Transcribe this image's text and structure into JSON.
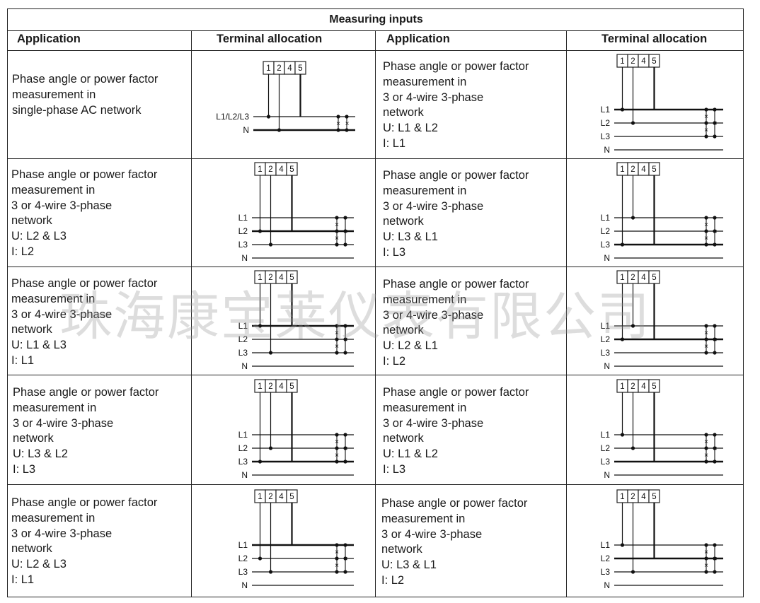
{
  "header": {
    "title": "Measuring inputs",
    "col_application": "Application",
    "col_terminal": "Terminal allocation"
  },
  "terminals": [
    "1",
    "2",
    "4",
    "5"
  ],
  "watermark": "珠海康宝莱仪表有限公司",
  "rows": [
    {
      "left": {
        "lines": [
          "Phase angle or power factor",
          "measurement in",
          "single-phase AC network"
        ],
        "lines_labels": [
          "L1/L2/L3",
          "N"
        ]
      },
      "right": {
        "lines": [
          "Phase angle or power factor",
          "measurement in",
          "3 or 4-wire 3-phase",
          "network",
          "U: L1 & L2",
          "I:   L1"
        ],
        "lines_labels": [
          "L1",
          "L2",
          "L3",
          "N"
        ]
      }
    },
    {
      "left": {
        "lines": [
          "Phase angle or power factor",
          "measurement in",
          "3 or 4-wire 3-phase",
          "network",
          "U: L2 & L3",
          "I:   L2"
        ],
        "lines_labels": [
          "L1",
          "L2",
          "L3",
          "N"
        ]
      },
      "right": {
        "lines": [
          "Phase angle or power factor",
          "measurement in",
          "3 or 4-wire 3-phase",
          "network",
          "U: L3 & L1",
          "I:   L3"
        ],
        "lines_labels": [
          "L1",
          "L2",
          "L3",
          "N"
        ]
      }
    },
    {
      "left": {
        "lines": [
          "Phase angle or power factor",
          "measurement in",
          "3 or 4-wire 3-phase",
          "network",
          "U: L1 & L3",
          "I:   L1"
        ],
        "lines_labels": [
          "L1",
          "L2",
          "L3",
          "N"
        ]
      },
      "right": {
        "lines": [
          "Phase angle or power factor",
          "measurement in",
          "3 or 4-wire 3-phase",
          "network",
          "U: L2 & L1",
          "I:   L2"
        ],
        "lines_labels": [
          "L1",
          "L2",
          "L3",
          "N"
        ]
      }
    },
    {
      "left": {
        "lines": [
          "Phase angle or power factor",
          "measurement in",
          "3 or 4-wire 3-phase",
          "network",
          "U: L3 & L2",
          "I:   L3"
        ],
        "lines_labels": [
          "L1",
          "L2",
          "L3",
          "N"
        ]
      },
      "right": {
        "lines": [
          "Phase angle or power factor",
          "measurement in",
          "3 or 4-wire 3-phase",
          "network",
          "U: L1 & L2",
          "I:   L3"
        ],
        "lines_labels": [
          "L1",
          "L2",
          "L3",
          "N"
        ]
      }
    },
    {
      "left": {
        "lines": [
          "Phase angle or power factor",
          "measurement in",
          "3 or 4-wire 3-phase",
          "network",
          "U: L2 & L3",
          "I:   L1"
        ],
        "lines_labels": [
          "L1",
          "L2",
          "L3",
          "N"
        ]
      },
      "right": {
        "lines": [
          "Phase angle or power factor",
          "measurement in",
          "3 or 4-wire 3-phase",
          "network",
          "U: L3 & L1",
          "I:   L2"
        ],
        "lines_labels": [
          "L1",
          "L2",
          "L3",
          "N"
        ]
      }
    }
  ]
}
